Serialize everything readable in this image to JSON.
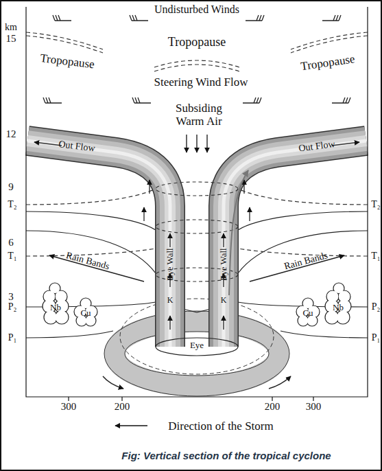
{
  "diagram": {
    "caption": "Fig: Vertical section of the tropical cyclone",
    "labels": [
      "Undisturbed Winds",
      "km",
      "15",
      "Tropopause",
      "Tropopause",
      "Tropopause",
      "Steering Wind Flow",
      "Subsiding Warm Air",
      "12",
      "Out Flow",
      "Out Flow",
      "9",
      "T₂",
      "T₂",
      "6",
      "T₁",
      "T₁",
      "Rain Bands",
      "Rain Bands",
      "Eye Wall",
      "Eye Wall",
      "3",
      "P₂",
      "P₂",
      "K",
      "K",
      "Nb",
      "Cu",
      "Cu",
      "Nb",
      "P₁",
      "P₁",
      "Eye",
      "300",
      "200",
      "200",
      "300",
      "Direction of the Storm"
    ]
  }
}
